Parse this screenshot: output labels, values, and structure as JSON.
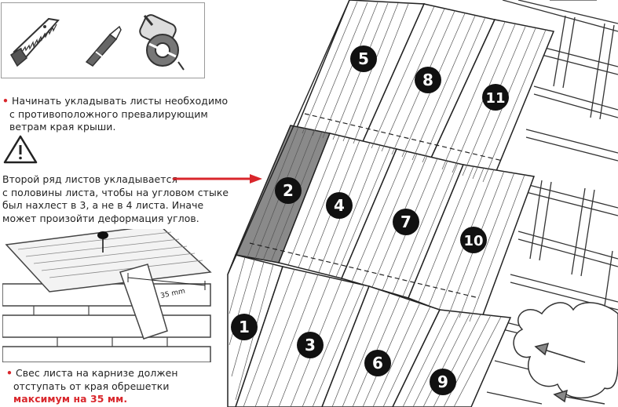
{
  "tools": [
    {
      "icon": "saw-icon"
    },
    {
      "icon": "utility-knife-icon"
    },
    {
      "icon": "circular-saw-icon"
    }
  ],
  "note1": {
    "lines": [
      "Начинать укладывать листы необходимо",
      "с противоположного превалирующим",
      "ветрам края крыши."
    ]
  },
  "warning_icon": "warning-triangle-icon",
  "note2": {
    "lines": [
      "Второй ряд листов укладывается",
      "с половины листа, чтобы на угловом стыке",
      "был нахлест в 3, а не в 4 листа. Иначе",
      "может произойти деформация углов."
    ]
  },
  "detail": {
    "dimension_label": "35 mm"
  },
  "note3": {
    "lines": [
      "Свес листа на карнизе должен",
      "отступать от края обрешетки"
    ],
    "emphasis": "максимум на 35 мм."
  },
  "sheet_numbers": [
    "1",
    "2",
    "3",
    "4",
    "5",
    "6",
    "7",
    "8",
    "9",
    "10",
    "11"
  ],
  "colors": {
    "accent": "#d9262b",
    "shaded_sheet": "#8a8a8a"
  }
}
